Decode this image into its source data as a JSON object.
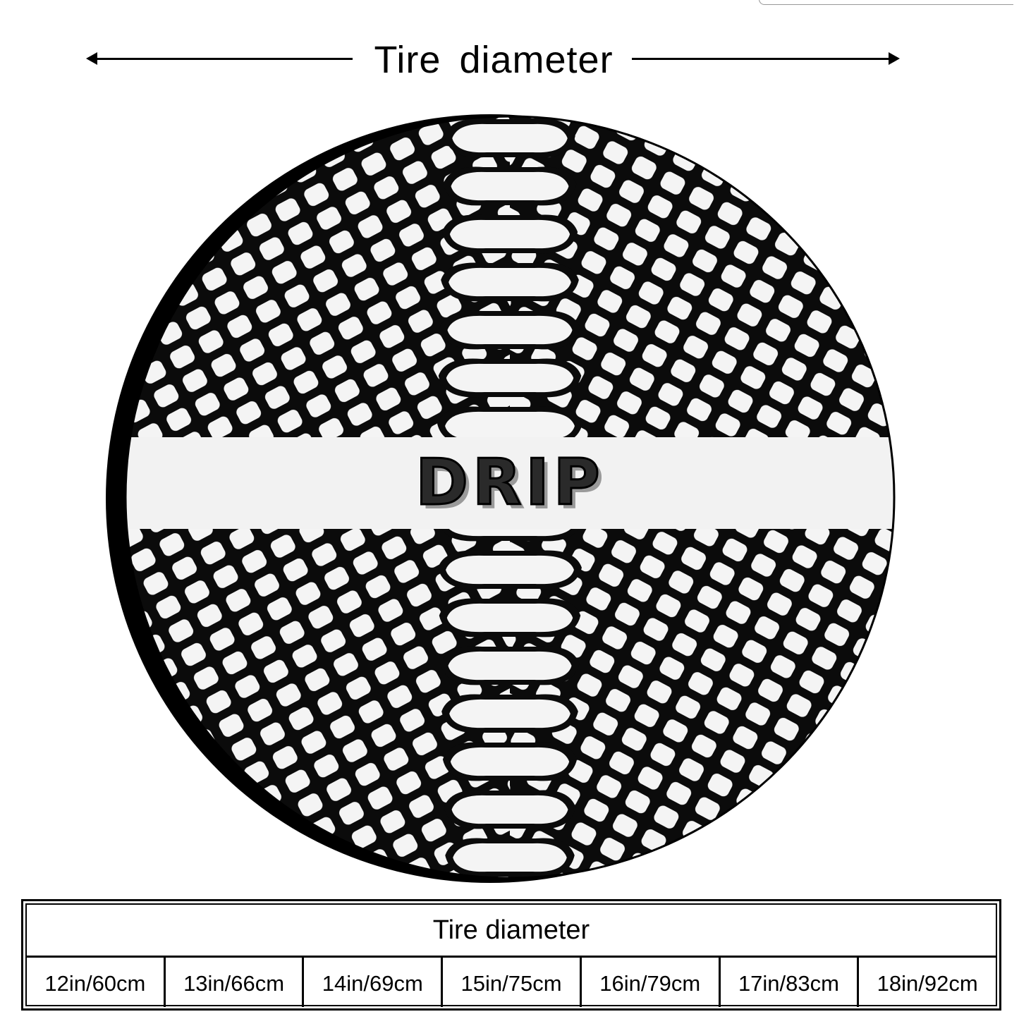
{
  "header": {
    "title_word1": "Tire",
    "title_word2": "diameter"
  },
  "cover": {
    "print_text": "DRIP",
    "pattern": "snakeskin",
    "colors": {
      "scale_fill": "#f4f4f4",
      "scale_outline": "#0b0b0b",
      "rim": "#000000"
    }
  },
  "table": {
    "header": "Tire diameter",
    "sizes": [
      "12in/60cm",
      "13in/66cm",
      "14in/69cm",
      "15in/75cm",
      "16in/79cm",
      "17in/83cm",
      "18in/92cm"
    ]
  },
  "icons": {
    "left_arrow": "arrow-left-icon",
    "right_arrow": "arrow-right-icon"
  }
}
